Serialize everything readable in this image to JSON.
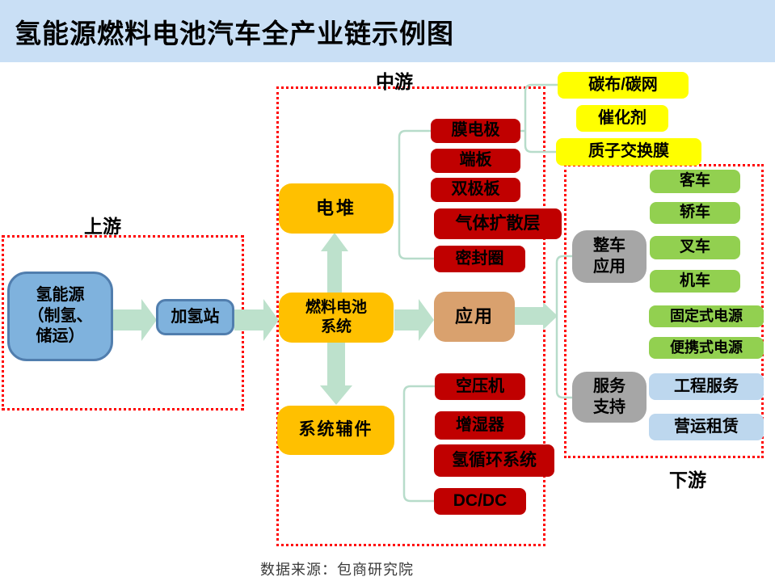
{
  "header": {
    "title": "氢能源燃料电池汽车全产业链示例图"
  },
  "footer": {
    "source": "数据来源：包商研究院"
  },
  "sections": {
    "upstream": {
      "label": "上游"
    },
    "midstream": {
      "label": "中游"
    },
    "downstream": {
      "label": "下游"
    }
  },
  "upstream": {
    "hydrogen_source": "氢能源\n（制氢、\n储运）",
    "refueling_station": "加氢站"
  },
  "midstream": {
    "stack": "电堆",
    "fuel_cell_system": "燃料电池\n系统",
    "system_auxiliary": "系统辅件",
    "application": "应用",
    "stack_parts": [
      "膜电极",
      "端板",
      "双极板",
      "气体扩散层",
      "密封圈"
    ],
    "aux_parts": [
      "空压机",
      "增湿器",
      "氢循环系统",
      "DC/DC"
    ],
    "mea_materials": [
      "碳布/碳网",
      "催化剂",
      "质子交换膜"
    ]
  },
  "downstream": {
    "vehicle_application": "整车\n应用",
    "service_support": "服务\n支持",
    "vehicle_items": [
      "客车",
      "轿车",
      "叉车",
      "机车",
      "固定式电源",
      "便携式电源"
    ],
    "service_items": [
      "工程服务",
      "营运租赁"
    ]
  },
  "colors": {
    "header_bg": "#C9DFF5",
    "yellow": "#FFFF00",
    "orange": "#FFC000",
    "red": "#C00000",
    "tan": "#D9A16E",
    "blue_fill": "#7FB2DD",
    "blue_border": "#517EAE",
    "green": "#92D050",
    "gray": "#A6A6A6",
    "light_blue": "#BDD7EE",
    "arrow": "#BDE1CC",
    "connector": "#B7DCCA",
    "dotted_border": "#FF0000"
  }
}
